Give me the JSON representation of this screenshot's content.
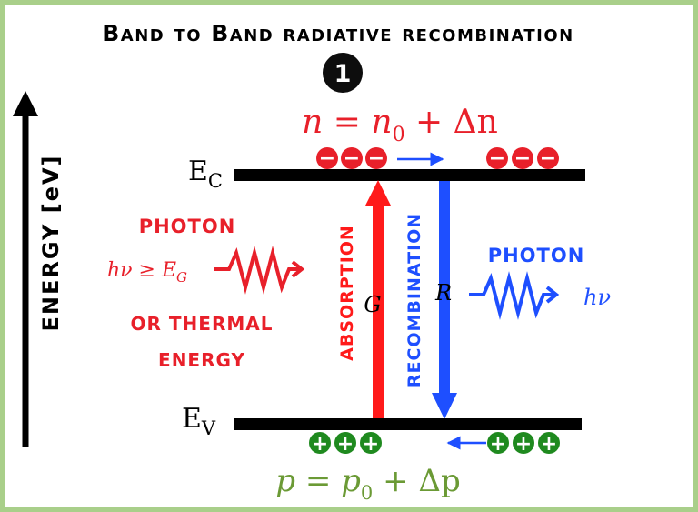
{
  "title": "Band to Band radiative recombination",
  "step_badge": "1",
  "energy_axis_label": "ENERGY [eV]",
  "conduction_band": {
    "label_main": "E",
    "label_sub": "C"
  },
  "valence_band": {
    "label_main": "E",
    "label_sub": "V"
  },
  "electron_equation": {
    "lhs": "n",
    "eq": " = ",
    "n_main": "n",
    "n_sub": "0",
    "rest": " + Δn"
  },
  "hole_equation": {
    "lhs": "p",
    "eq": " = ",
    "p_main": "p",
    "p_sub": "0",
    "rest": " + Δp"
  },
  "left_photon": {
    "title": "PHOTON",
    "energy_main": "hν ≥ E",
    "energy_sub": "G",
    "or_line1": "OR THERMAL",
    "or_line2": "ENERGY"
  },
  "absorption": {
    "label": "ABSORPTION",
    "symbol": "G"
  },
  "recombination": {
    "label": "RECOMBINATION",
    "symbol": "R"
  },
  "right_photon": {
    "title": "PHOTON",
    "symbol": "hν"
  },
  "electron_sign": "−",
  "hole_sign": "+",
  "colors": {
    "frame": "#a9cf8a",
    "band": "#000000",
    "electron": "#e8202a",
    "absorption": "#ff1a1a",
    "recombination": "#1e4fff",
    "hole": "#1f8a1f",
    "hole_equation": "#6b9a35",
    "badge": "#0d0d0d"
  }
}
